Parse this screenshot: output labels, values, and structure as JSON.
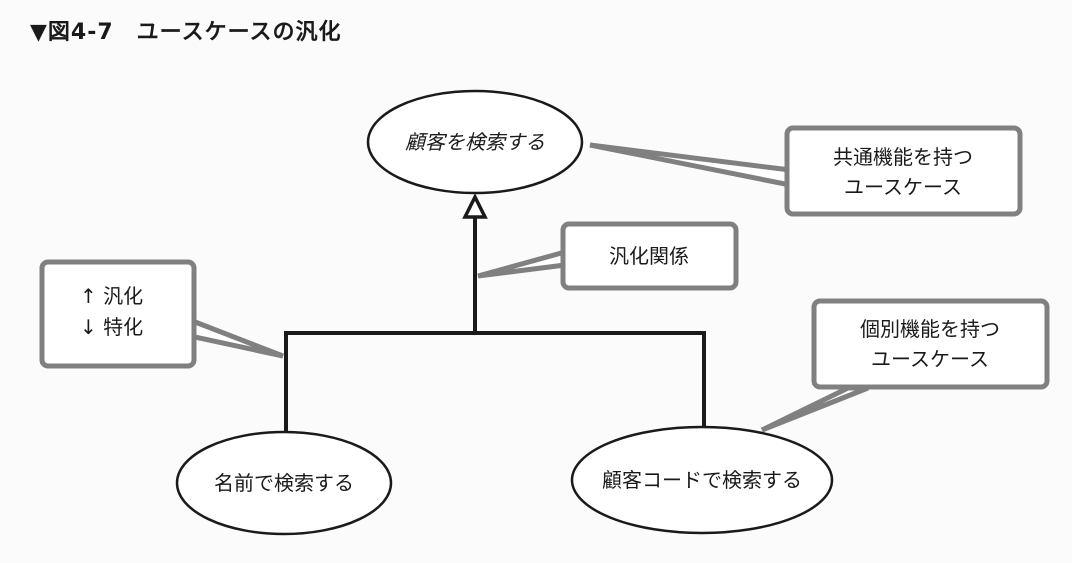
{
  "figure": {
    "title": "▼図4-7　ユースケースの汎化"
  },
  "use_cases": {
    "parent": "顧客を検索する",
    "child_left": "名前で検索する",
    "child_right": "顧客コードで検索する"
  },
  "callouts": {
    "common": [
      "共通機能を持つ",
      "ユースケース"
    ],
    "generalization": [
      "汎化関係"
    ],
    "direction": [
      "↑ 汎化",
      "↓ 特化"
    ],
    "individual": [
      "個別機能を持つ",
      "ユースケース"
    ]
  },
  "colors": {
    "line": "#1a1a1a",
    "callout_border": "#808080",
    "background": "#fbfbfb"
  }
}
